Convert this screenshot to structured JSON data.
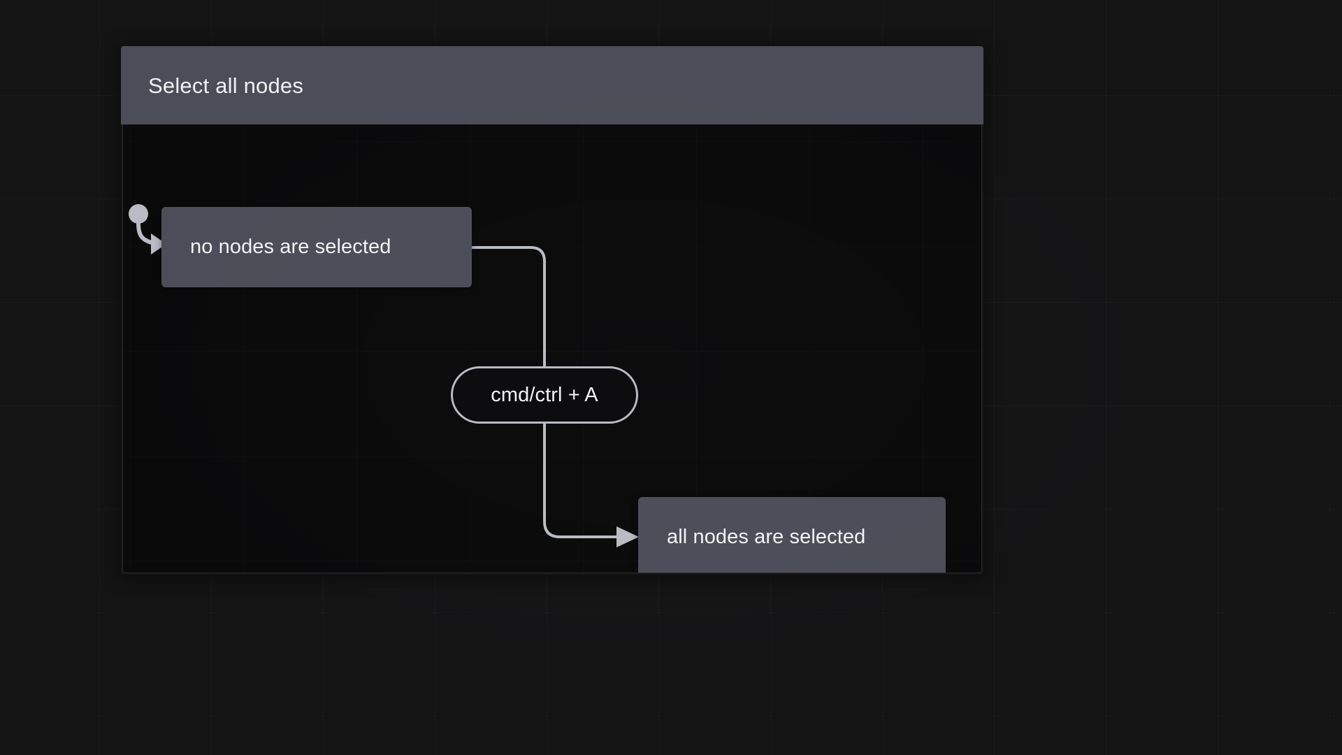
{
  "diagram": {
    "title": "Select all nodes",
    "type": "state-machine",
    "theme": {
      "page_background": "#141415",
      "canvas_background": "#0a0a0b",
      "title_bar_background": "#4b4e58",
      "node_background": "#4b4e58",
      "node_text_color": "#f2f3f5",
      "edge_color": "#b9bcc4",
      "pill_background": "#0d0d0f",
      "pill_border_color": "#b9bcc4"
    },
    "states": [
      {
        "id": "no-selection",
        "label": "no nodes are selected",
        "initial": true,
        "shape": "rounded-rect"
      },
      {
        "id": "all-selected",
        "label": "all nodes are selected",
        "initial": false,
        "shape": "rounded-rect"
      }
    ],
    "transitions": [
      {
        "id": "select-all",
        "label": "cmd/ctrl + A",
        "from": "no-selection",
        "to": "all-selected",
        "shape": "pill"
      }
    ],
    "initial_marker": {
      "name": "initial-state-marker",
      "target": "no-selection"
    }
  }
}
